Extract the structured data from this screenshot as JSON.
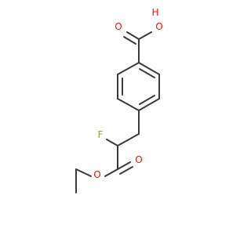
{
  "colors": {
    "bond": "#3a3a3a",
    "O": "#ff0d0d",
    "F": "#90a040",
    "background": "#ffffff"
  },
  "labels": {
    "acid_O": "O",
    "acid_OH_H": "H",
    "acid_OH_O": "O",
    "fluorine": "F",
    "ester_carbonyl_O": "O",
    "ester_O": "O"
  }
}
